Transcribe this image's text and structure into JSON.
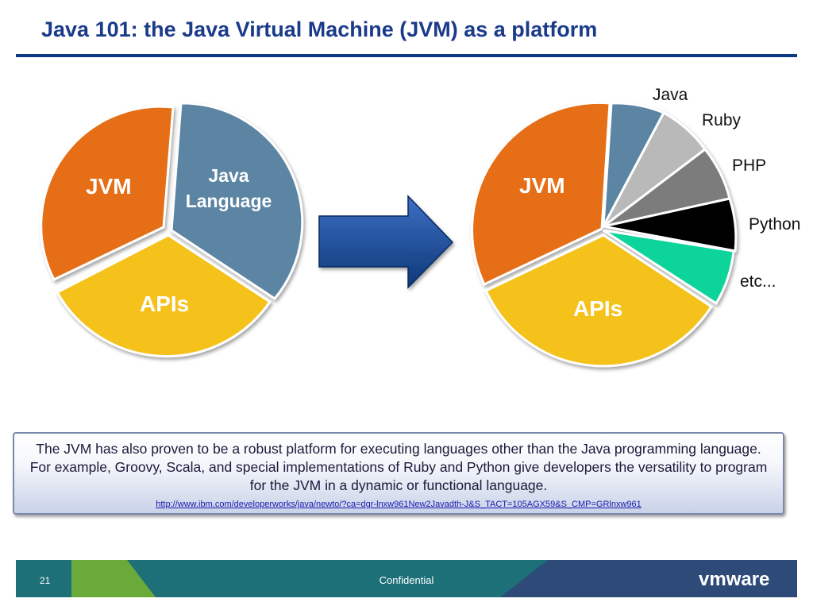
{
  "slide": {
    "title": "Java 101:  the Java Virtual Machine (JVM) as a platform"
  },
  "left_pie": {
    "slices": [
      {
        "label": "JVM",
        "share": 0.37,
        "color": "#e56e14"
      },
      {
        "label_lines": [
          "Java",
          "Language"
        ],
        "share": 0.33,
        "color": "#5b84a3"
      },
      {
        "label": "APIs",
        "share": 0.3,
        "color": "#f5c21b"
      }
    ]
  },
  "right_pie": {
    "slices": [
      {
        "label": "JVM",
        "color": "#e56e14"
      },
      {
        "label": "Java",
        "color": "#5b84a3"
      },
      {
        "label": "Ruby",
        "color": "#b9b9b9"
      },
      {
        "label": "PHP",
        "color": "#7b7b7b"
      },
      {
        "label": "Python",
        "color": "#000000"
      },
      {
        "label": "etc...",
        "color": "#10d49a"
      },
      {
        "label": "APIs",
        "color": "#f5c21b"
      }
    ]
  },
  "arrow": {
    "color": "#1c4c9c"
  },
  "callout": {
    "text": "The JVM has also proven to be a robust platform for executing languages other than the Java programming language. For example, Groovy, Scala, and special implementations of Ruby and Python give developers the versatility to program for the JVM in a dynamic or functional language.",
    "link": "http://www.ibm.com/developerworks/java/newto/?ca=dgr-lnxw961New2Javadth-J&S_TACT=105AGX59&S_CMP=GRlnxw961"
  },
  "footer": {
    "page_number": "21",
    "label": "Confidential",
    "logo_text": "vmware",
    "colors": {
      "teal": "#1d6f78",
      "green": "#6aaa3a",
      "navy": "#2d4a78"
    }
  }
}
